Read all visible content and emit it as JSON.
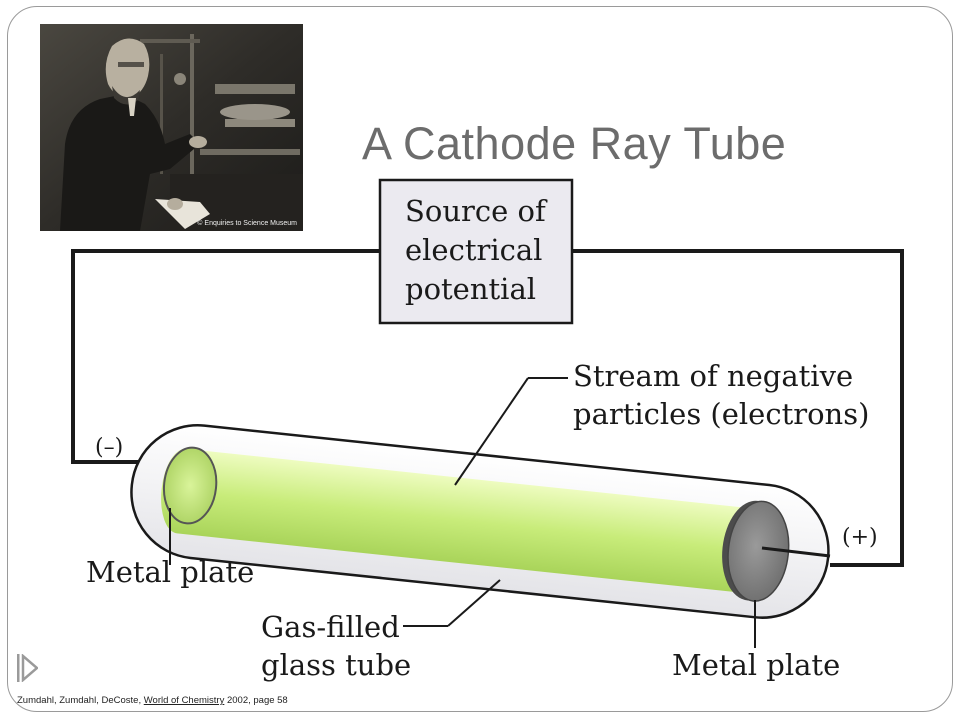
{
  "slide": {
    "title": "A Cathode Ray Tube"
  },
  "photo": {
    "credit": "© Enquiries to Science Museum"
  },
  "diagram": {
    "source_box": [
      "Source of",
      "electrical",
      "potential"
    ],
    "stream_label": [
      "Stream of negative",
      "particles (electrons)"
    ],
    "negative_terminal": "(–)",
    "positive_terminal": "(+)",
    "left_plate_label": "Metal plate",
    "tube_label": [
      "Gas-filled",
      "glass tube"
    ],
    "right_plate_label": "Metal plate"
  },
  "citation": {
    "authors": "Zumdahl, Zumdahl, DeCoste, ",
    "book": "World of Chemistry",
    "rest": " 2002, page 58"
  },
  "colors": {
    "title": "#6c6c6c",
    "beam": "#c8ec7a",
    "box_fill": "#ebeaf0"
  }
}
